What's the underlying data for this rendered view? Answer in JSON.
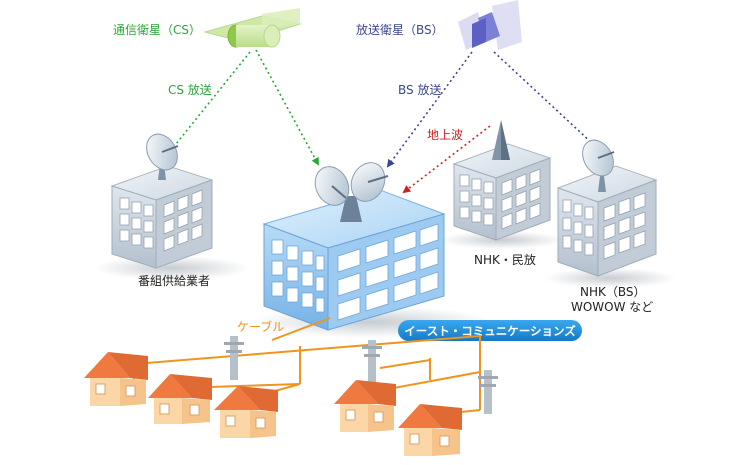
{
  "labels": {
    "cs_satellite": "通信衛星（CS）",
    "bs_satellite": "放送衛星（BS）",
    "cs_broadcast": "CS 放送",
    "bs_broadcast": "BS 放送",
    "terrestrial": "地上波",
    "program_supplier": "番組供給業者",
    "nhk_private": "NHK・民放",
    "nhk_bs_line1": "NHK（BS）",
    "nhk_bs_line2": "WOWOW など",
    "cable": "ケーブル",
    "east_communications": "イースト・コミュニケーションズ"
  },
  "colors": {
    "cs_green": "#2aa63a",
    "bs_navy": "#3c4690",
    "terrestrial_red": "#cc2222",
    "cable_orange": "#f0941e",
    "badge_blue": "#1a88d8",
    "main_building": "#8fc3ef",
    "side_building": "#c4cfda",
    "house_wall": "#fbd6a6",
    "house_roof": "#f0793f"
  }
}
